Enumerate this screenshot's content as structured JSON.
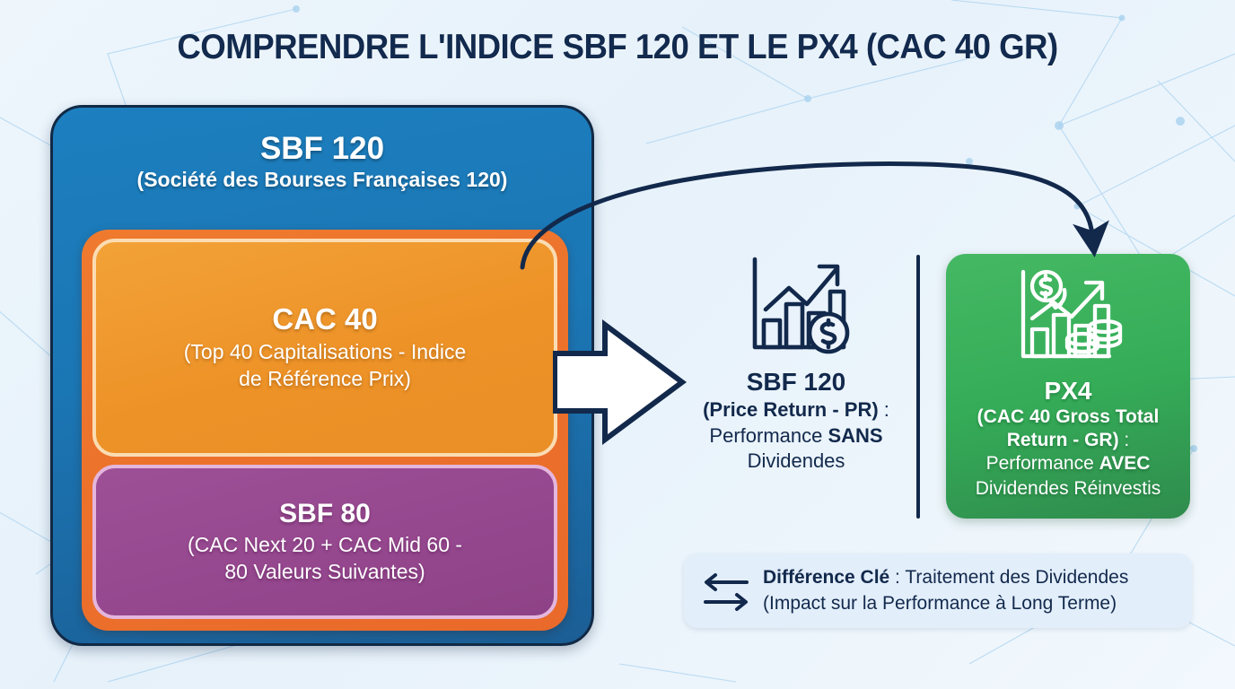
{
  "page": {
    "title": "COMPRENDRE L'INDICE SBF 120 ET LE PX4 (CAC 40 GR)"
  },
  "colors": {
    "background": "#eef6fc",
    "navy": "#12294c",
    "blue_card": "#1b76b4",
    "orange_frame": "#e9692a",
    "orange_card": "#ed9227",
    "purple_card": "#95478e",
    "green_card": "#35ad58",
    "legend_bg": "#e3eefb",
    "white": "#ffffff"
  },
  "sbf120_card": {
    "title": "SBF 120",
    "subtitle": "(Société des Bourses Françaises 120)",
    "cac40": {
      "title": "CAC 40",
      "subtitle_line1": "(Top 40 Capitalisations - Indice",
      "subtitle_line2": "de Référence Prix)"
    },
    "sbf80": {
      "title": "SBF 80",
      "subtitle_line1": "(CAC Next 20 + CAC Mid 60 -",
      "subtitle_line2": "80 Valeurs Suivantes)"
    }
  },
  "flow": {
    "block_arrow_icon": "right-block-arrow-icon",
    "curved_arrow_icon": "curved-arrow-icon"
  },
  "price_return_column": {
    "icon": "bar-chart-growth-dollar-icon",
    "title": "SBF 120",
    "line2_bold": "(Price Return - PR)",
    "line2_tail": " :",
    "line3_normal": "Performance ",
    "line3_bold": "SANS",
    "line4": "Dividendes"
  },
  "px4_card": {
    "icon": "bar-chart-dividend-coins-icon",
    "title": "PX4",
    "line2": "(CAC 40 Gross Total",
    "line3_bold": "Return - GR)",
    "line3_tail": " :",
    "line4_normal": "Performance ",
    "line4_bold": "AVEC",
    "line5": "Dividendes Réinvestis"
  },
  "legend": {
    "icon": "exchange-arrows-icon",
    "line1_bold": "Différence Clé",
    "line1_tail": " : Traitement des Dividendes",
    "line2": "(Impact sur la Performance à Long Terme)"
  }
}
